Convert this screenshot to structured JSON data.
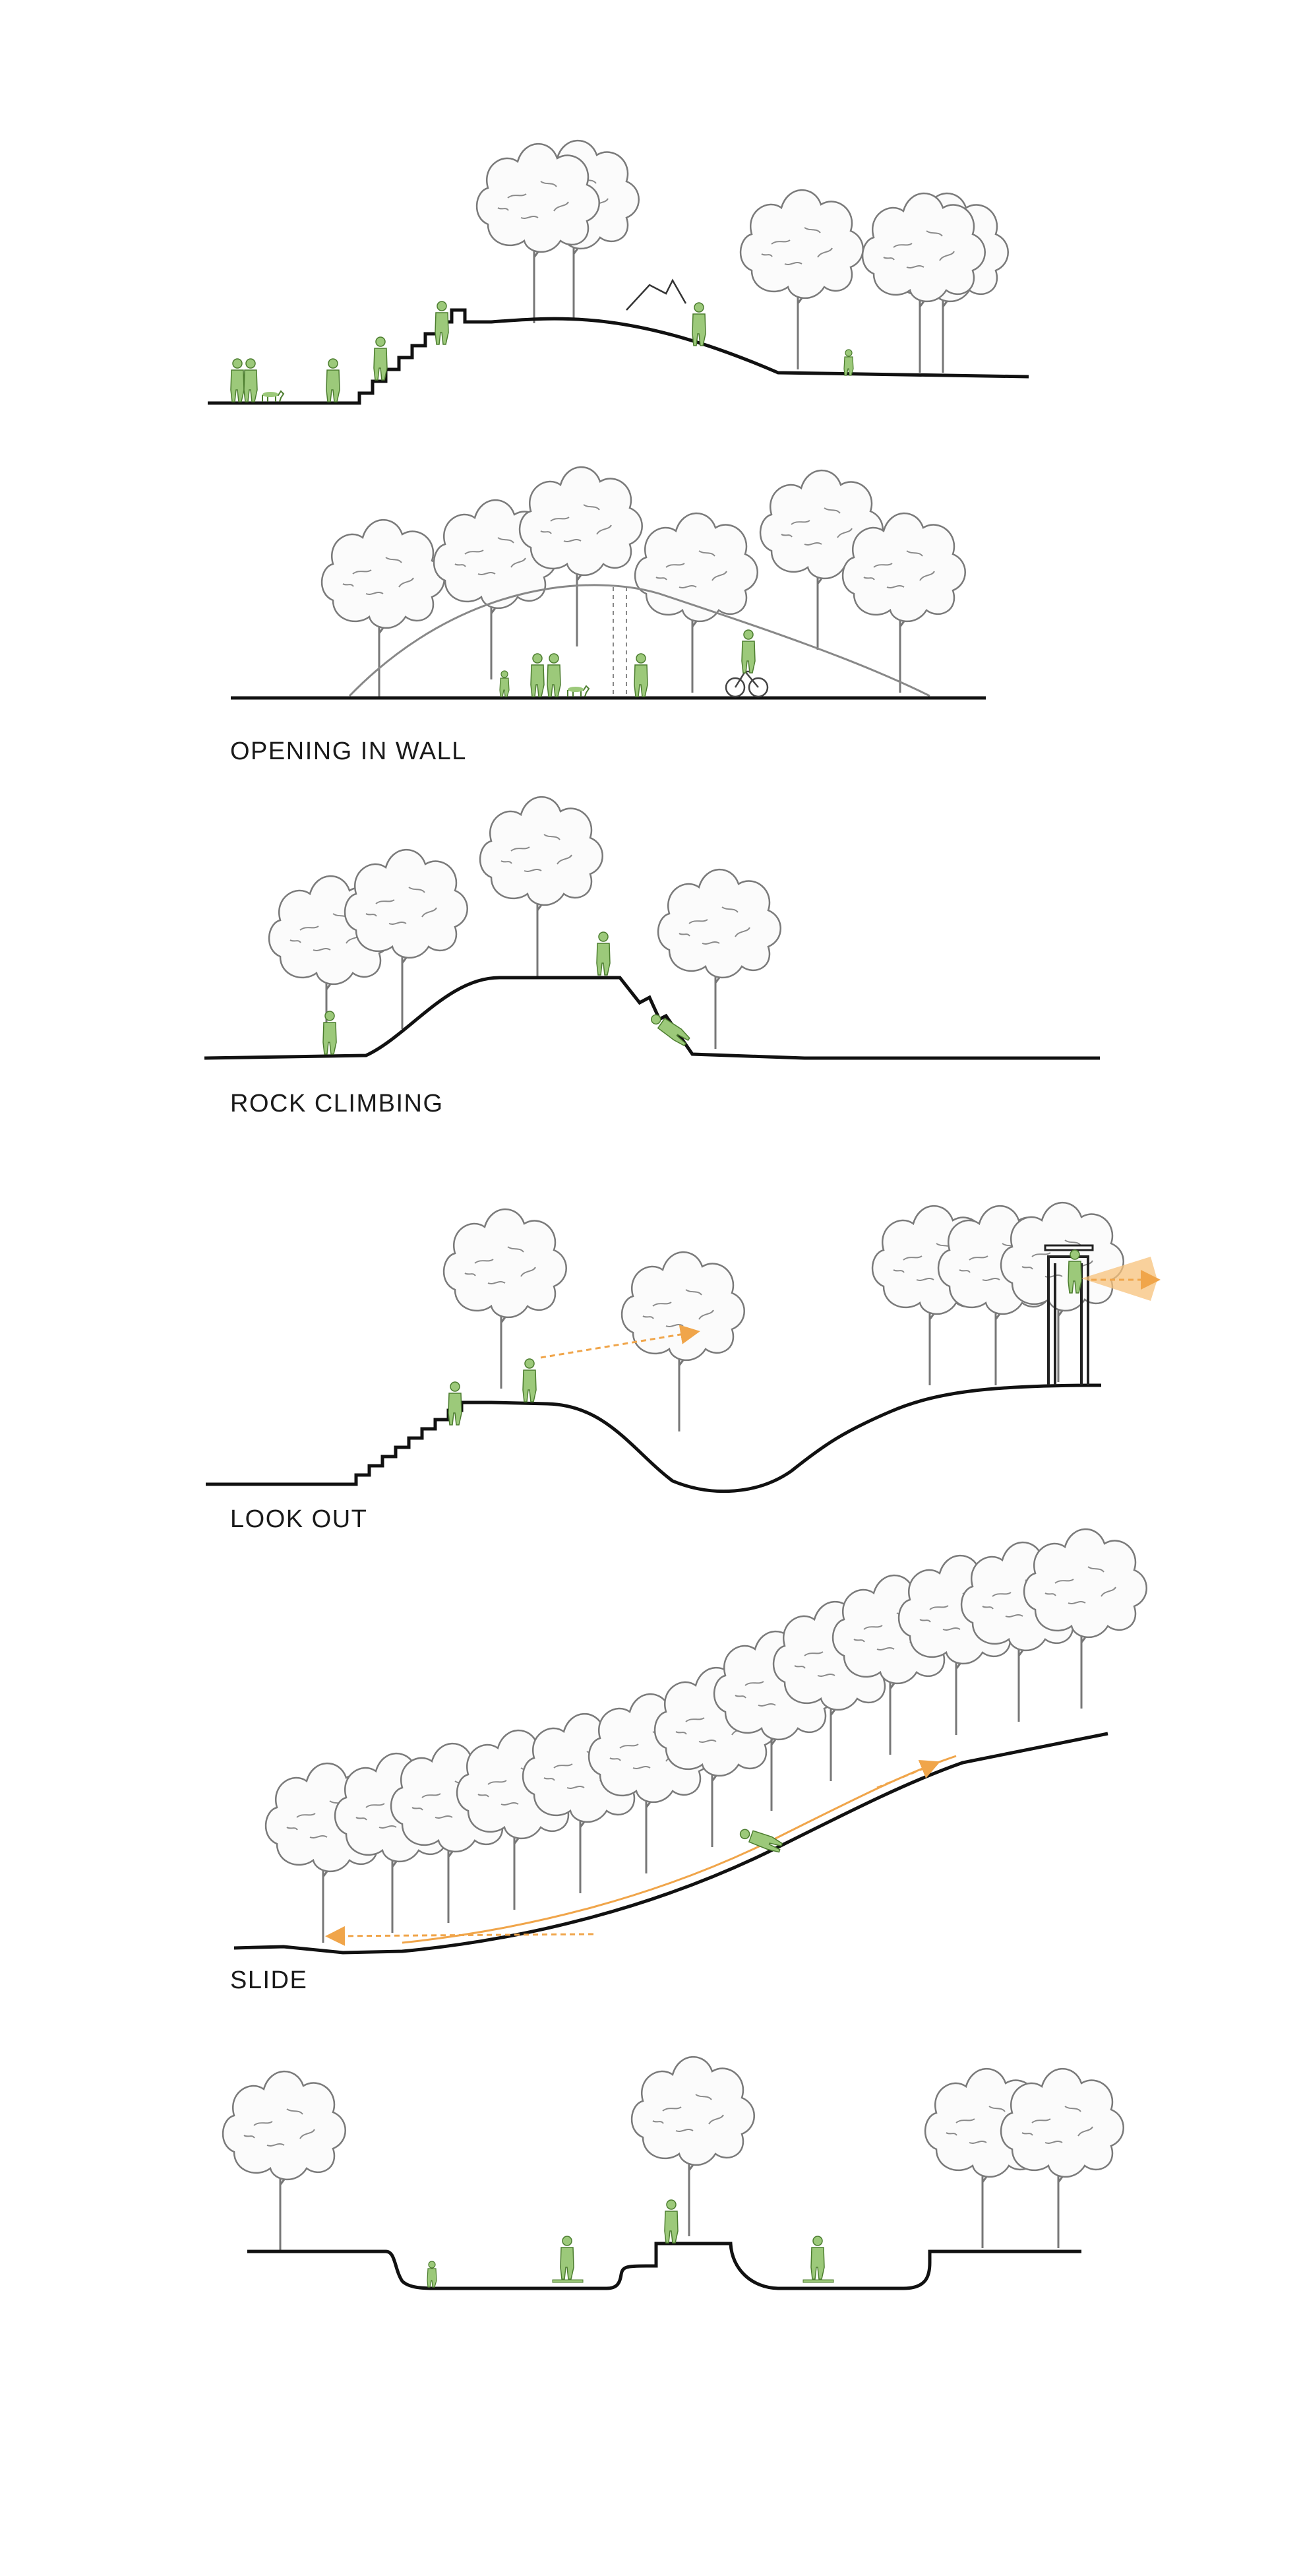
{
  "diagram": {
    "captions": {
      "opening_in_wall": "OPENING IN WALL",
      "rock_climbing": "ROCK CLIMBING",
      "look_out": "LOOK OUT",
      "slide": "SLIDE"
    },
    "colors": {
      "ground": "#111111",
      "tree_line": "#6f6f6f",
      "people": "#9cc97a",
      "people_dark": "#4c7d2f",
      "accent_arrow": "#f0a54a",
      "spotlight": "#f7c27b"
    },
    "icons": [
      "tree-icon",
      "person-icon",
      "bicycle-icon",
      "dog-icon",
      "spotlight-icon",
      "arrow-icon"
    ]
  }
}
